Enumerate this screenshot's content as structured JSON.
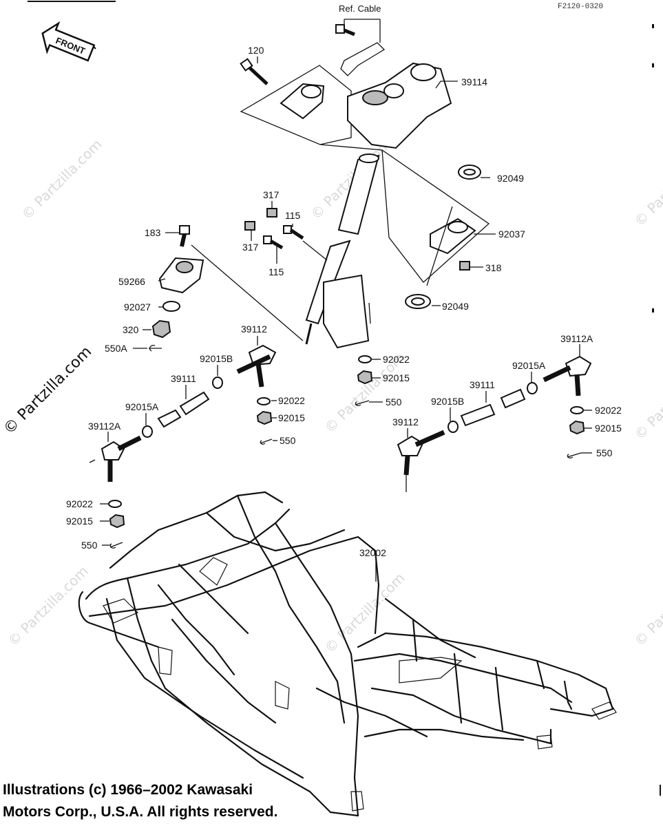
{
  "header": {
    "ref_cable": "Ref. Cable",
    "figure_code": "F2120-0320",
    "front_label": "FRONT"
  },
  "watermark": "© Partzilla.com",
  "copyright": {
    "line1": "Illustrations (c) 1966–2002 Kawasaki",
    "line2": "Motors Corp., U.S.A.  All rights reserved."
  },
  "labels": [
    "120",
    "39114",
    "92049",
    "92037",
    "318",
    "92049",
    "317",
    "115",
    "317",
    "115",
    "183",
    "59266",
    "92027",
    "320",
    "550A",
    "39112",
    "92015B",
    "39111",
    "92015A",
    "39112A",
    "92022",
    "92015",
    "550",
    "92022",
    "92015",
    "550",
    "39112A",
    "92015A",
    "39111",
    "92015B",
    "39112",
    "92022",
    "92015",
    "550",
    "92022",
    "92015",
    "550",
    "32002"
  ]
}
